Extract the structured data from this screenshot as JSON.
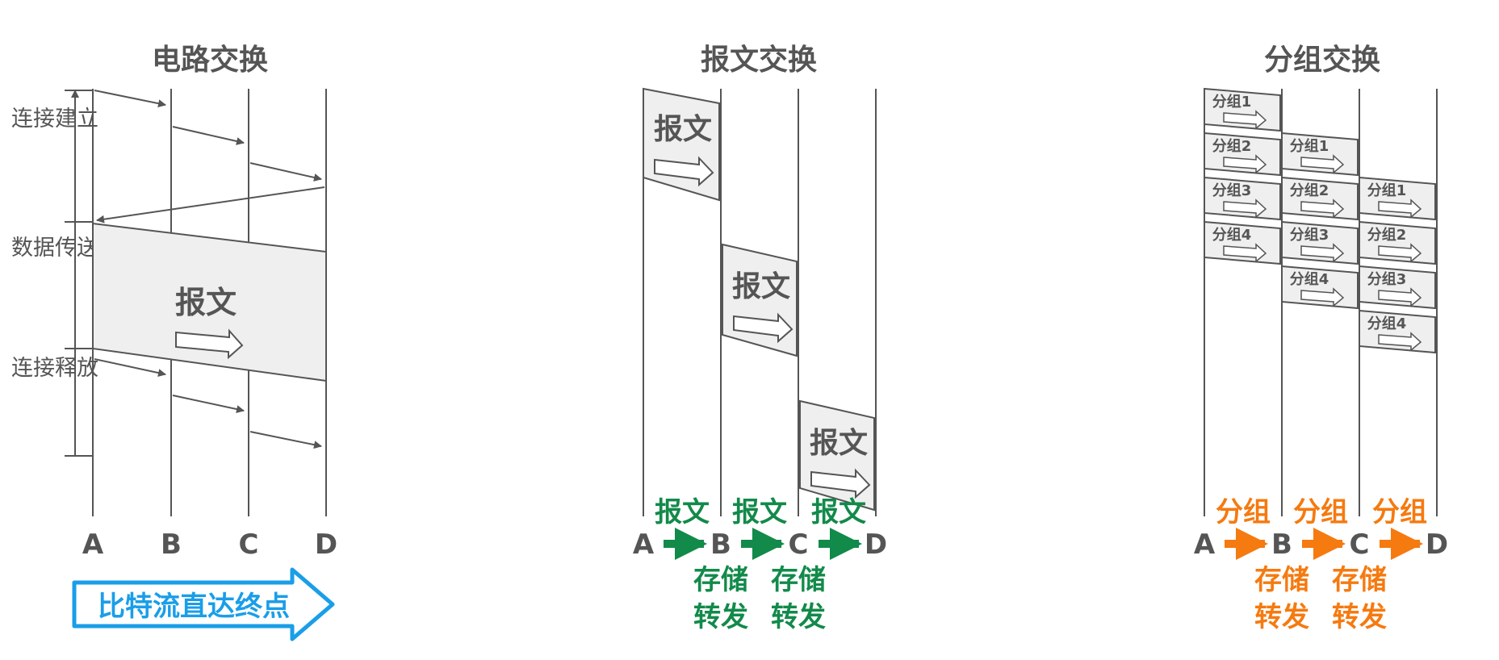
{
  "circuit": {
    "title": "电路交换",
    "nodes": [
      "A",
      "B",
      "C",
      "D"
    ],
    "phases": [
      "连接建立",
      "数据传送",
      "连接释放"
    ],
    "message_label": "报文",
    "banner": "比特流直达终点"
  },
  "message": {
    "title": "报文交换",
    "nodes": [
      "A",
      "B",
      "C",
      "D"
    ],
    "block_label": "报文",
    "hop_label": "报文",
    "store_forward": [
      "存储",
      "转发"
    ]
  },
  "packet": {
    "title": "分组交换",
    "nodes": [
      "A",
      "B",
      "C",
      "D"
    ],
    "packets": [
      "分组1",
      "分组2",
      "分组3",
      "分组4"
    ],
    "hop_label": "分组",
    "store_forward": [
      "存储",
      "转发"
    ]
  },
  "colors": {
    "line": "#555555",
    "fill": "#efefef",
    "green": "#128a4a",
    "orange": "#f57a10",
    "blue": "#1a9ee8"
  }
}
